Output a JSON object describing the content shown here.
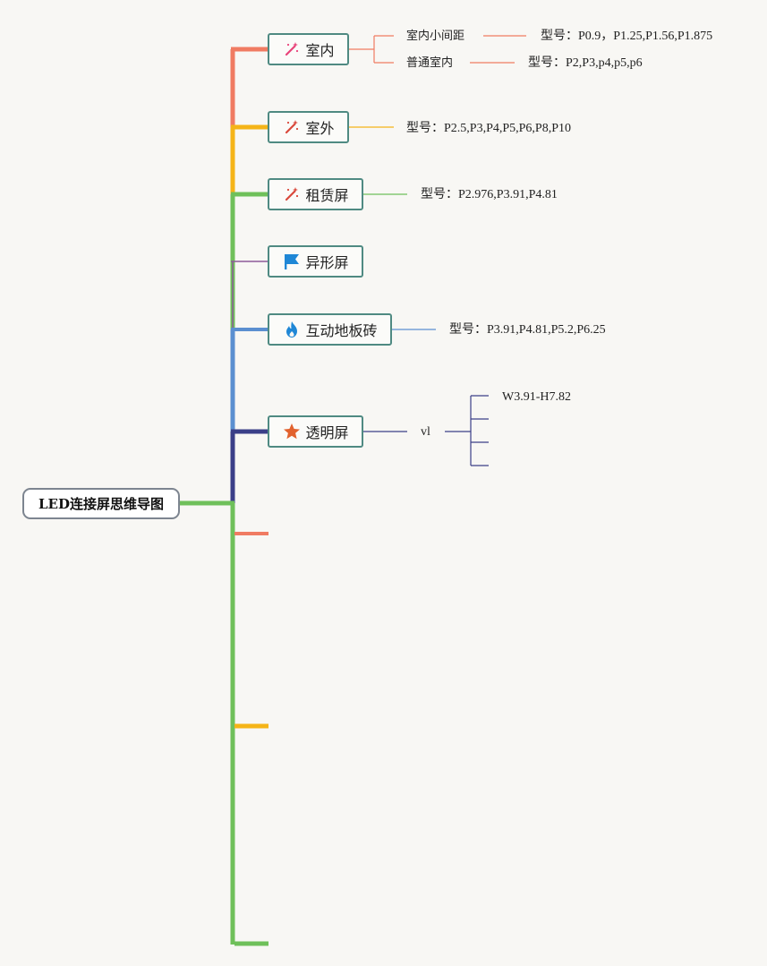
{
  "root": {
    "label": "LED连接屏思维导图"
  },
  "colors": {
    "salmon": "#f07b62",
    "yellow": "#f5b418",
    "green": "#6fc05a",
    "purple": "#8e5a9a",
    "blue": "#5b8fd0",
    "navy": "#3b3f88",
    "node_border": "#4f8a82",
    "root_border": "#7d8590",
    "background": "#f8f7f4"
  },
  "branches": [
    {
      "label": "室内",
      "icon": "magic-wand-icon",
      "color": "#f07b62",
      "children": [
        {
          "label": "室内小间距",
          "detail": "型号：P0.9，P1.25,P1.56,P1.875"
        },
        {
          "label": "普通室内",
          "detail": "型号：P2,P3,p4,p5,p6"
        }
      ]
    },
    {
      "label": "室外",
      "icon": "magic-wand-icon",
      "color": "#f5b418",
      "detail": "型号：P2.5,P3,P4,P5,P6,P8,P10"
    },
    {
      "label": "租赁屏",
      "icon": "magic-wand-icon",
      "color": "#6fc05a",
      "detail": "型号：P2.976,P3.91,P4.81"
    },
    {
      "label": "异形屏",
      "icon": "flag-icon",
      "color": "#8e5a9a"
    },
    {
      "label": "互动地板砖",
      "icon": "flame-icon",
      "color": "#5b8fd0",
      "detail": "型号：P3.91,P4.81,P5.2,P6.25"
    },
    {
      "label": "透明屏",
      "icon": "star-icon",
      "color": "#3b3f88",
      "child": {
        "label": "vl",
        "items": [
          "W3.91-H7.82",
          "",
          "",
          ""
        ]
      }
    }
  ]
}
